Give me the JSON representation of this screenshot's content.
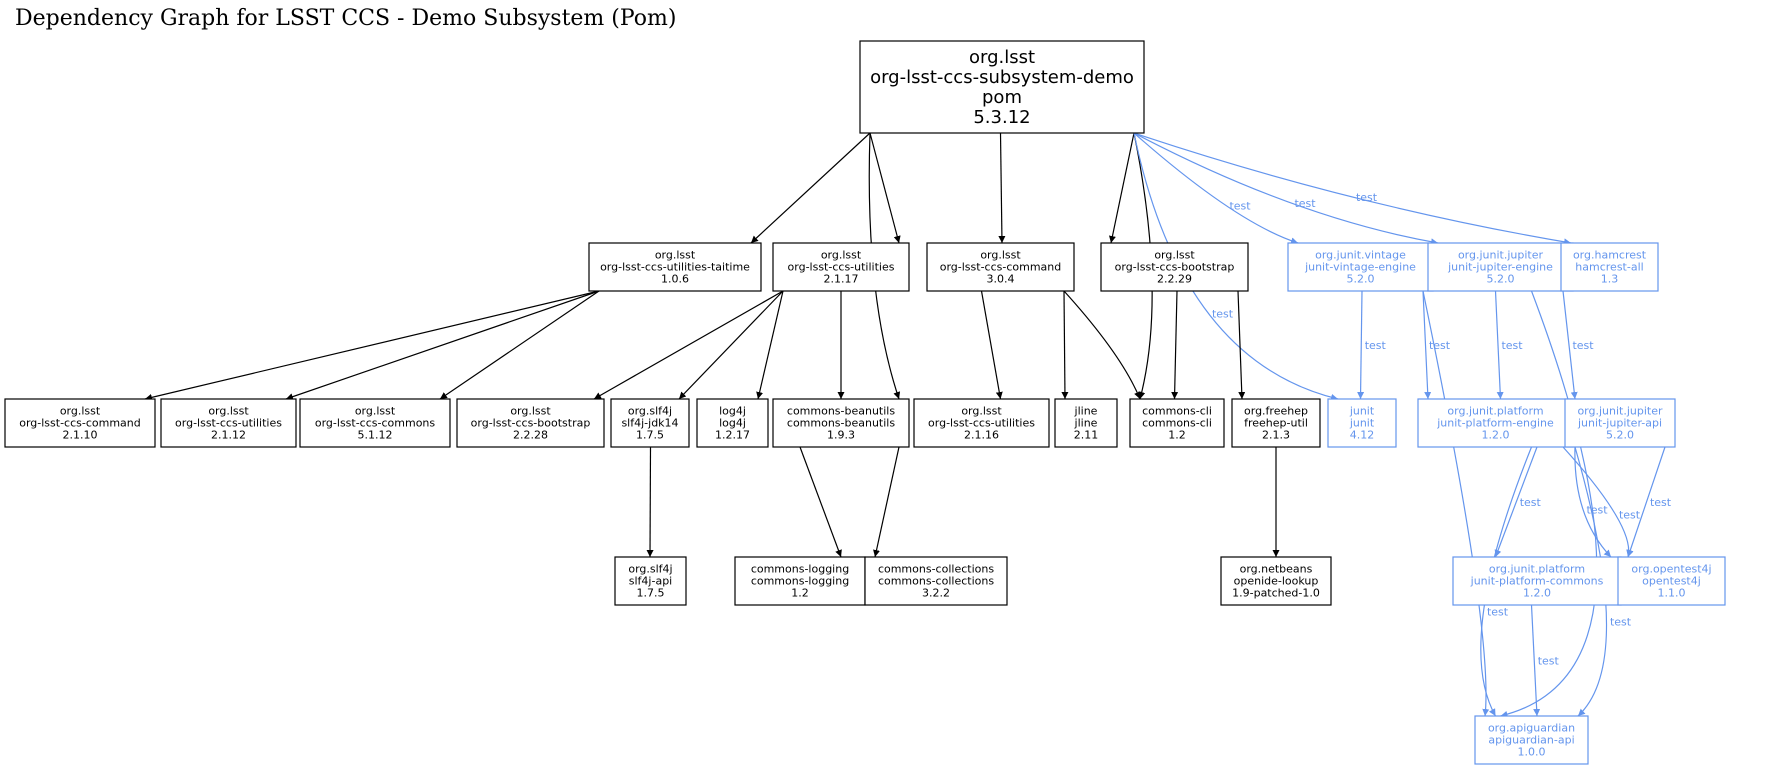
{
  "title": "Dependency Graph for LSST CCS - Demo Subsystem (Pom)",
  "colors": {
    "compile": "#000000",
    "test": "#6495ed",
    "root_fill": "#dddddd"
  },
  "nodes": [
    {
      "id": "root",
      "lines": [
        "org.lsst",
        "org-lsst-ccs-subsystem-demo",
        "pom",
        "5.3.12"
      ],
      "root": true
    },
    {
      "id": "taitime",
      "lines": [
        "org.lsst",
        "org-lsst-ccs-utilities-taitime",
        "1.0.6"
      ]
    },
    {
      "id": "utilities",
      "lines": [
        "org.lsst",
        "org-lsst-ccs-utilities",
        "2.1.17"
      ]
    },
    {
      "id": "command",
      "lines": [
        "org.lsst",
        "org-lsst-ccs-command",
        "3.0.4"
      ]
    },
    {
      "id": "bootstrap",
      "lines": [
        "org.lsst",
        "org-lsst-ccs-bootstrap",
        "2.2.29"
      ]
    },
    {
      "id": "vintage",
      "lines": [
        "org.junit.vintage",
        "junit-vintage-engine",
        "5.2.0"
      ],
      "test": true
    },
    {
      "id": "jupiter-engine",
      "lines": [
        "org.junit.jupiter",
        "junit-jupiter-engine",
        "5.2.0"
      ],
      "test": true
    },
    {
      "id": "hamcrest",
      "lines": [
        "org.hamcrest",
        "hamcrest-all",
        "1.3"
      ],
      "test": true
    },
    {
      "id": "command-2110",
      "lines": [
        "org.lsst",
        "org-lsst-ccs-command",
        "2.1.10"
      ]
    },
    {
      "id": "utilities-2112",
      "lines": [
        "org.lsst",
        "org-lsst-ccs-utilities",
        "2.1.12"
      ]
    },
    {
      "id": "commons-5112",
      "lines": [
        "org.lsst",
        "org-lsst-ccs-commons",
        "5.1.12"
      ]
    },
    {
      "id": "bootstrap-2228",
      "lines": [
        "org.lsst",
        "org-lsst-ccs-bootstrap",
        "2.2.28"
      ]
    },
    {
      "id": "slf4j-jdk14",
      "lines": [
        "org.slf4j",
        "slf4j-jdk14",
        "1.7.5"
      ]
    },
    {
      "id": "log4j",
      "lines": [
        "log4j",
        "log4j",
        "1.2.17"
      ]
    },
    {
      "id": "beanutils",
      "lines": [
        "commons-beanutils",
        "commons-beanutils",
        "1.9.3"
      ]
    },
    {
      "id": "utilities-2116",
      "lines": [
        "org.lsst",
        "org-lsst-ccs-utilities",
        "2.1.16"
      ]
    },
    {
      "id": "jline",
      "lines": [
        "jline",
        "jline",
        "2.11"
      ]
    },
    {
      "id": "commons-cli",
      "lines": [
        "commons-cli",
        "commons-cli",
        "1.2"
      ]
    },
    {
      "id": "freehep",
      "lines": [
        "org.freehep",
        "freehep-util",
        "2.1.3"
      ]
    },
    {
      "id": "junit",
      "lines": [
        "junit",
        "junit",
        "4.12"
      ],
      "test": true
    },
    {
      "id": "platform-engine",
      "lines": [
        "org.junit.platform",
        "junit-platform-engine",
        "1.2.0"
      ],
      "test": true
    },
    {
      "id": "jupiter-api",
      "lines": [
        "org.junit.jupiter",
        "junit-jupiter-api",
        "5.2.0"
      ],
      "test": true
    },
    {
      "id": "slf4j-api",
      "lines": [
        "org.slf4j",
        "slf4j-api",
        "1.7.5"
      ]
    },
    {
      "id": "commons-logging",
      "lines": [
        "commons-logging",
        "commons-logging",
        "1.2"
      ]
    },
    {
      "id": "commons-collections",
      "lines": [
        "commons-collections",
        "commons-collections",
        "3.2.2"
      ]
    },
    {
      "id": "openide",
      "lines": [
        "org.netbeans",
        "openide-lookup",
        "1.9-patched-1.0"
      ]
    },
    {
      "id": "platform-commons",
      "lines": [
        "org.junit.platform",
        "junit-platform-commons",
        "1.2.0"
      ],
      "test": true
    },
    {
      "id": "opentest4j",
      "lines": [
        "org.opentest4j",
        "opentest4j",
        "1.1.0"
      ],
      "test": true
    },
    {
      "id": "apiguardian",
      "lines": [
        "org.apiguardian",
        "apiguardian-api",
        "1.0.0"
      ],
      "test": true
    }
  ],
  "edges": [
    {
      "from": "root",
      "to": "taitime"
    },
    {
      "from": "root",
      "to": "utilities"
    },
    {
      "from": "root",
      "to": "beanutils"
    },
    {
      "from": "root",
      "to": "command"
    },
    {
      "from": "root",
      "to": "commons-cli"
    },
    {
      "from": "root",
      "to": "bootstrap"
    },
    {
      "from": "root",
      "to": "junit",
      "label": "test"
    },
    {
      "from": "root",
      "to": "vintage",
      "label": "test"
    },
    {
      "from": "root",
      "to": "jupiter-engine",
      "label": "test"
    },
    {
      "from": "root",
      "to": "hamcrest",
      "label": "test"
    },
    {
      "from": "taitime",
      "to": "command-2110"
    },
    {
      "from": "taitime",
      "to": "utilities-2112"
    },
    {
      "from": "taitime",
      "to": "commons-5112"
    },
    {
      "from": "utilities",
      "to": "bootstrap-2228"
    },
    {
      "from": "utilities",
      "to": "slf4j-jdk14"
    },
    {
      "from": "utilities",
      "to": "log4j"
    },
    {
      "from": "utilities",
      "to": "beanutils"
    },
    {
      "from": "command",
      "to": "utilities-2116"
    },
    {
      "from": "command",
      "to": "jline"
    },
    {
      "from": "command",
      "to": "commons-cli"
    },
    {
      "from": "bootstrap",
      "to": "commons-cli"
    },
    {
      "from": "bootstrap",
      "to": "freehep"
    },
    {
      "from": "slf4j-jdk14",
      "to": "slf4j-api"
    },
    {
      "from": "beanutils",
      "to": "commons-logging"
    },
    {
      "from": "beanutils",
      "to": "commons-collections"
    },
    {
      "from": "freehep",
      "to": "openide"
    },
    {
      "from": "vintage",
      "to": "junit",
      "label": "test"
    },
    {
      "from": "vintage",
      "to": "platform-engine",
      "label": "test"
    },
    {
      "from": "vintage",
      "to": "apiguardian",
      "label": "test"
    },
    {
      "from": "jupiter-engine",
      "to": "platform-engine",
      "label": "test"
    },
    {
      "from": "jupiter-engine",
      "to": "jupiter-api",
      "label": "test"
    },
    {
      "from": "jupiter-engine",
      "to": "apiguardian",
      "label": "test"
    },
    {
      "from": "platform-engine",
      "to": "platform-commons",
      "label": "test"
    },
    {
      "from": "platform-engine",
      "to": "opentest4j",
      "label": "test"
    },
    {
      "from": "platform-engine",
      "to": "apiguardian",
      "label": "test"
    },
    {
      "from": "jupiter-api",
      "to": "platform-commons",
      "label": "test"
    },
    {
      "from": "jupiter-api",
      "to": "opentest4j",
      "label": "test"
    },
    {
      "from": "jupiter-api",
      "to": "apiguardian",
      "label": "test"
    },
    {
      "from": "platform-commons",
      "to": "apiguardian",
      "label": "test"
    }
  ]
}
